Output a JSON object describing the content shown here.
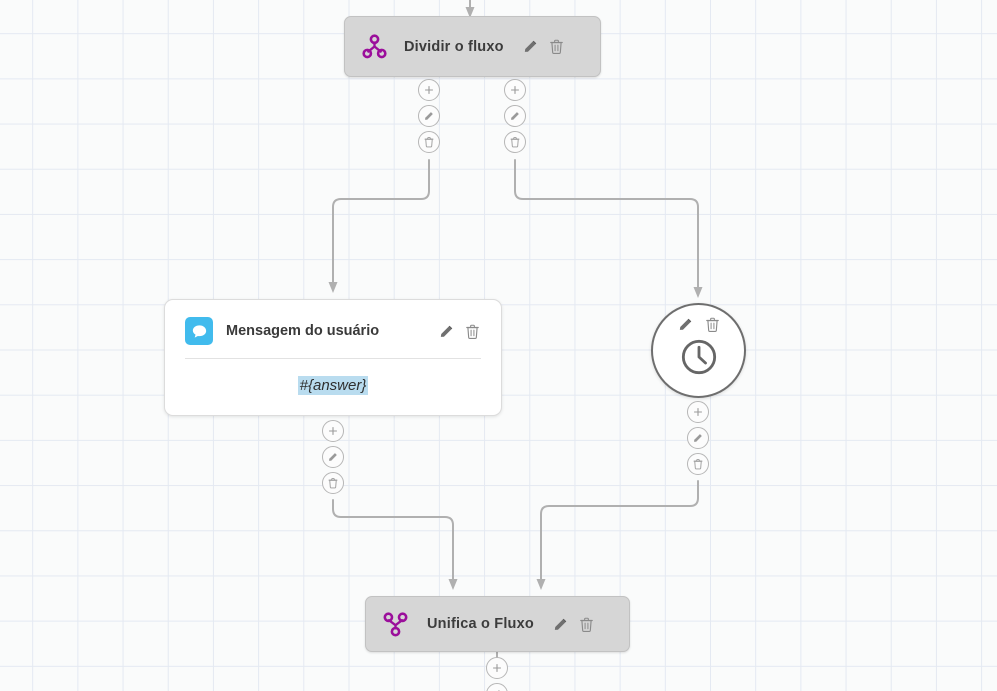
{
  "canvas": {
    "name": "flow-editor-canvas",
    "grid": true,
    "background_color": "#fafbfb",
    "grid_color": "#e4e9f2"
  },
  "nodes": {
    "split": {
      "id": "split-flow",
      "title": "Dividir o fluxo",
      "icon": "split-flow-icon",
      "icon_color": "#9b0f9b",
      "background_color": "#d6d6d6",
      "edit_label": "edit-icon",
      "delete_label": "delete-icon"
    },
    "message": {
      "id": "user-message",
      "title": "Mensagem do usuário",
      "icon": "chat-bubble-icon",
      "icon_background": "#41bbed",
      "background_color": "#ffffff",
      "variable": "#{answer}",
      "variable_highlight": "#b9dcef",
      "edit_label": "edit-icon",
      "delete_label": "delete-icon"
    },
    "timer": {
      "id": "timer",
      "title": "",
      "icon": "clock-icon",
      "background_color": "#ffffff",
      "border_color": "#6e6e6e",
      "edit_label": "edit-icon",
      "delete_label": "delete-icon"
    },
    "merge": {
      "id": "merge-flow",
      "title": "Unifica o Fluxo",
      "icon": "merge-flow-icon",
      "icon_color": "#9b0f9b",
      "background_color": "#d6d6d6",
      "edit_label": "edit-icon",
      "delete_label": "delete-icon"
    }
  },
  "connector_actions": {
    "add": "plus-icon",
    "edit": "pencil-icon",
    "delete": "trash-icon"
  },
  "connectors": [
    {
      "name": "split-left-branch",
      "from": "split",
      "to": "message"
    },
    {
      "name": "split-right-branch",
      "from": "split",
      "to": "timer"
    },
    {
      "name": "message-to-merge",
      "from": "message",
      "to": "merge"
    },
    {
      "name": "timer-to-merge",
      "from": "timer",
      "to": "merge"
    },
    {
      "name": "merge-outgoing",
      "from": "merge",
      "to": ""
    }
  ],
  "edge_color": "#b0b0b0"
}
